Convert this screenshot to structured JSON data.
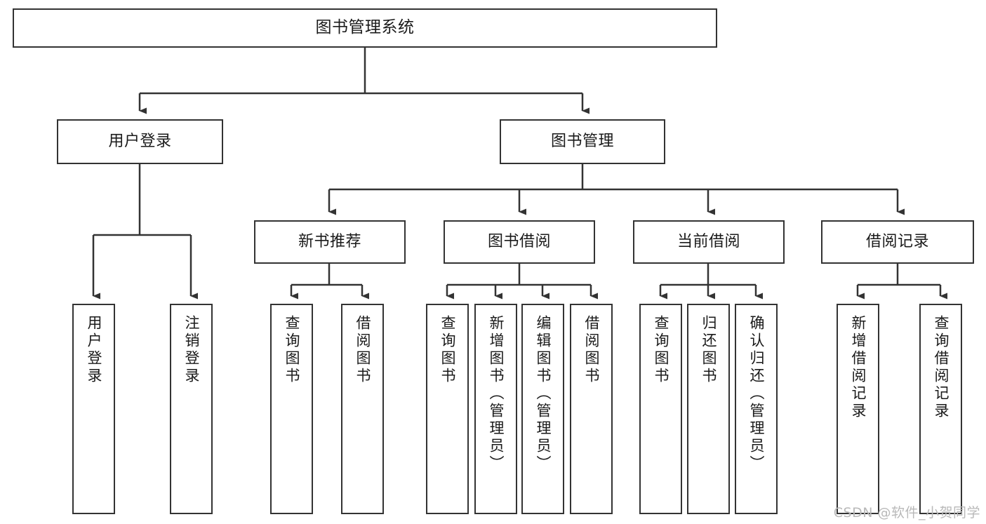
{
  "diagram": {
    "title": "图书管理系统",
    "type": "tree-hierarchy-diagram",
    "watermark": "CSDN @软件_小贺同学",
    "colors": {
      "node_border": "#333333",
      "node_fill": "#ffffff",
      "edge": "#333333",
      "text": "#1a1a1a",
      "watermark": "#b9b9b9",
      "background": "#ffffff"
    },
    "nodes": {
      "root": {
        "label": "图书管理系统"
      },
      "level2": [
        {
          "id": "user-login",
          "label": "用户登录"
        },
        {
          "id": "book-management",
          "label": "图书管理"
        }
      ],
      "level3": [
        {
          "id": "new-book-recommend",
          "label": "新书推荐"
        },
        {
          "id": "book-borrow",
          "label": "图书借阅"
        },
        {
          "id": "current-borrow",
          "label": "当前借阅"
        },
        {
          "id": "borrow-record",
          "label": "借阅记录"
        }
      ],
      "leaves": {
        "user-login": [
          {
            "id": "leaf-user-login",
            "label": "用户登录"
          },
          {
            "id": "leaf-user-logout",
            "label": "注销登录"
          }
        ],
        "new-book-recommend": [
          {
            "id": "leaf-query-book-1",
            "label": "查询图书"
          },
          {
            "id": "leaf-borrow-book-1",
            "label": "借阅图书"
          }
        ],
        "book-borrow": [
          {
            "id": "leaf-query-book-2",
            "label": "查询图书"
          },
          {
            "id": "leaf-add-book",
            "label": "新增图书（管理员）"
          },
          {
            "id": "leaf-edit-book",
            "label": "编辑图书（管理员）"
          },
          {
            "id": "leaf-borrow-book-2",
            "label": "借阅图书"
          }
        ],
        "current-borrow": [
          {
            "id": "leaf-query-book-3",
            "label": "查询图书"
          },
          {
            "id": "leaf-return-book",
            "label": "归还图书"
          },
          {
            "id": "leaf-confirm-return",
            "label": "确认归还（管理员）"
          }
        ],
        "borrow-record": [
          {
            "id": "leaf-add-record",
            "label": "新增借阅记录"
          },
          {
            "id": "leaf-query-record",
            "label": "查询借阅记录"
          }
        ]
      }
    }
  }
}
